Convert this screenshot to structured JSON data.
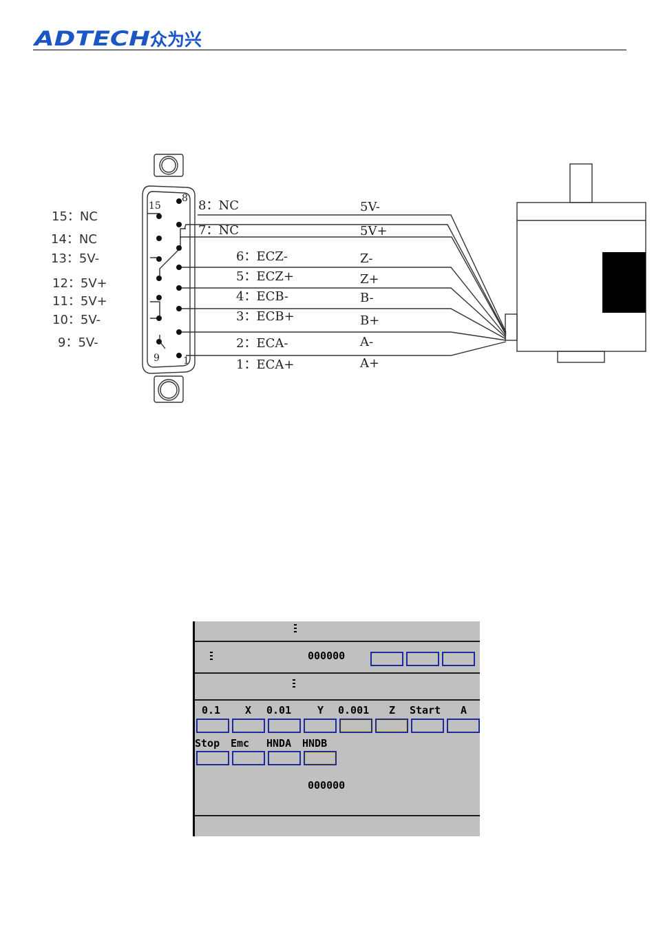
{
  "header": {
    "brand_latin": "ADTECH",
    "brand_cn": "众为兴"
  },
  "connector": {
    "left_pins": [
      "15：NC",
      "14：NC",
      "13：5V-",
      "12：5V+",
      "11：5V+",
      "10：5V-",
      "9：5V-"
    ],
    "right_pins": [
      "8：NC",
      "7：NC",
      "6：ECZ-",
      "5：ECZ+",
      "4：ECB-",
      "3：ECB+",
      "2：ECA-",
      "1：ECA+"
    ],
    "pin_numbers": [
      "15",
      "8",
      "9",
      "1"
    ]
  },
  "encoder_signals": [
    "5V-",
    "5V+",
    "Z-",
    "Z+",
    "B-",
    "B+",
    "A-",
    "A+"
  ],
  "panel": {
    "value_top": "000000",
    "value_bottom": "000000",
    "row1_labels": [
      "0.1",
      "X",
      "0.01",
      "Y",
      "0.001",
      "Z",
      "Start",
      "A"
    ],
    "row2_labels": [
      "Stop",
      "Emc",
      "HNDA",
      "HNDB"
    ]
  }
}
